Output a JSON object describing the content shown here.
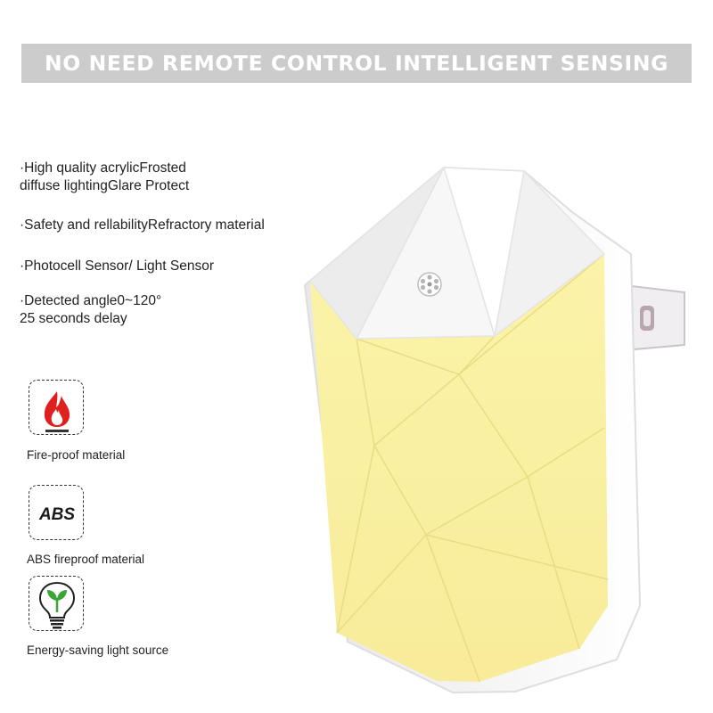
{
  "banner": {
    "text": "NO NEED REMOTE CONTROL INTELLIGENT SENSING"
  },
  "features": [
    {
      "lines": [
        "·High quality acrylicFrosted",
        " diffuse lightingGlare Protect"
      ]
    },
    {
      "lines": [
        "·Safety and rellabilityRefractory material"
      ]
    },
    {
      "lines": [
        "·Photocell Sensor/ Light Sensor"
      ]
    },
    {
      "lines": [
        "·Detected angle0~120°",
        " 25 seconds delay"
      ]
    }
  ],
  "badges": [
    {
      "icon": "flame-icon",
      "caption": "Fire-proof material",
      "color": "#e0201e"
    },
    {
      "icon": "abs-icon",
      "label": "ABS",
      "caption": "ABS fireproof material",
      "color": "#1a1a1a"
    },
    {
      "icon": "light-bulb-leaf-icon",
      "caption": "Energy-saving light source",
      "color": "#3aa535"
    }
  ],
  "product": {
    "name": "night-light",
    "shell_color": "#f4f4f4",
    "glow_color": "#fbf09a"
  },
  "colors": {
    "banner_bg": "#cccccc",
    "banner_text": "#ffffff"
  }
}
